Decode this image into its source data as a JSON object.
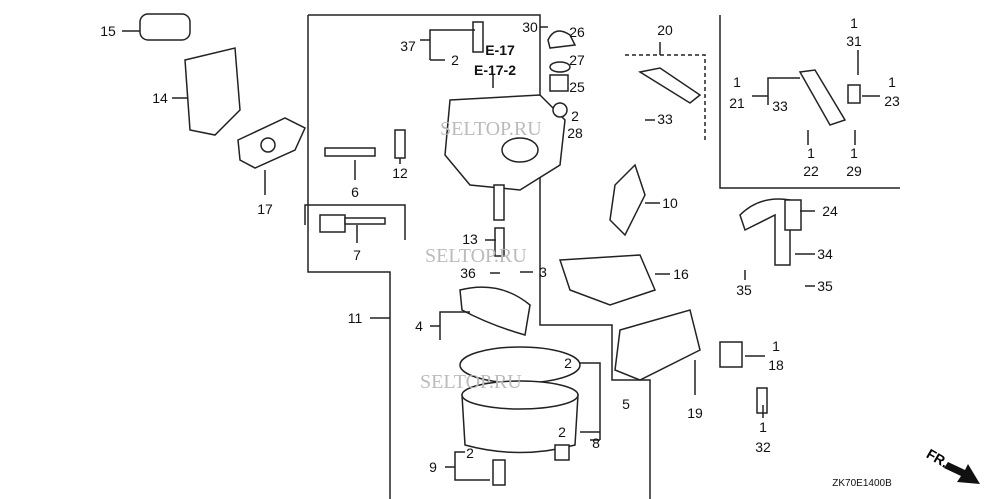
{
  "diagram": {
    "title_code": "ZK70E1400B",
    "front_marker": "FR.",
    "watermark": "SELTOP.RU",
    "refs": {
      "e17": "E-17",
      "e17_2": "E-17-2"
    },
    "labels": [
      "15",
      "14",
      "17",
      "6",
      "12",
      "7",
      "37",
      "2",
      "30",
      "26",
      "27",
      "25",
      "2",
      "28",
      "20",
      "33",
      "1",
      "21",
      "33",
      "1",
      "31",
      "1",
      "23",
      "1",
      "22",
      "1",
      "29",
      "10",
      "24",
      "34",
      "35",
      "35",
      "16",
      "13",
      "36",
      "3",
      "11",
      "4",
      "2",
      "5",
      "2",
      "8",
      "9",
      "2",
      "1",
      "18",
      "19",
      "1",
      "32"
    ]
  }
}
